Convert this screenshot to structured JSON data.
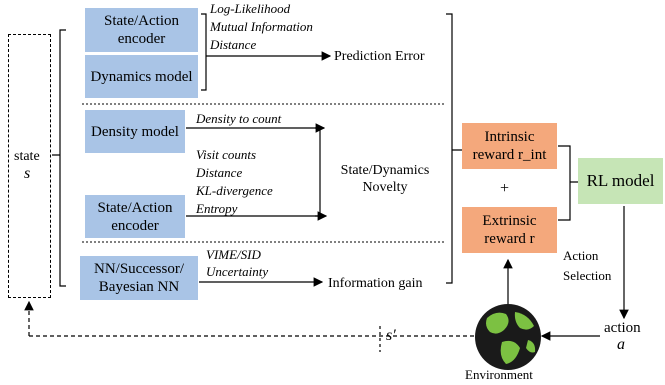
{
  "state": {
    "label": "state",
    "symbol": "s"
  },
  "modules": {
    "state_action_encoder_1": "State/Action encoder",
    "dynamics_model": "Dynamics model",
    "density_model": "Density model",
    "state_action_encoder_2": "State/Action encoder",
    "bayesian_nn": "NN/Successor/ Bayesian NN"
  },
  "prediction_group": {
    "methods": [
      "Log-Likelihood",
      "Mutual Information",
      "Distance"
    ],
    "output": "Prediction Error"
  },
  "novelty_group": {
    "density_method": "Density to count",
    "methods": [
      "Visit counts",
      "Distance",
      "KL-divergence",
      "Entropy"
    ],
    "output": "State/Dynamics Novelty"
  },
  "info_gain_group": {
    "methods": [
      "VIME/SID",
      "Uncertainty"
    ],
    "output": "Information gain"
  },
  "rewards": {
    "intrinsic": "Intrinsic reward r_int",
    "plus": "+",
    "extrinsic": "Extrinsic reward r"
  },
  "rl_model": "RL model",
  "action_selection": "Action Selection",
  "action": {
    "label": "action",
    "symbol": "a"
  },
  "next_state": "s′",
  "environment": "Environment",
  "colors": {
    "module_blue": "#a9c4e6",
    "reward_orange": "#f4a87c",
    "rl_green": "#c6e5b6"
  }
}
